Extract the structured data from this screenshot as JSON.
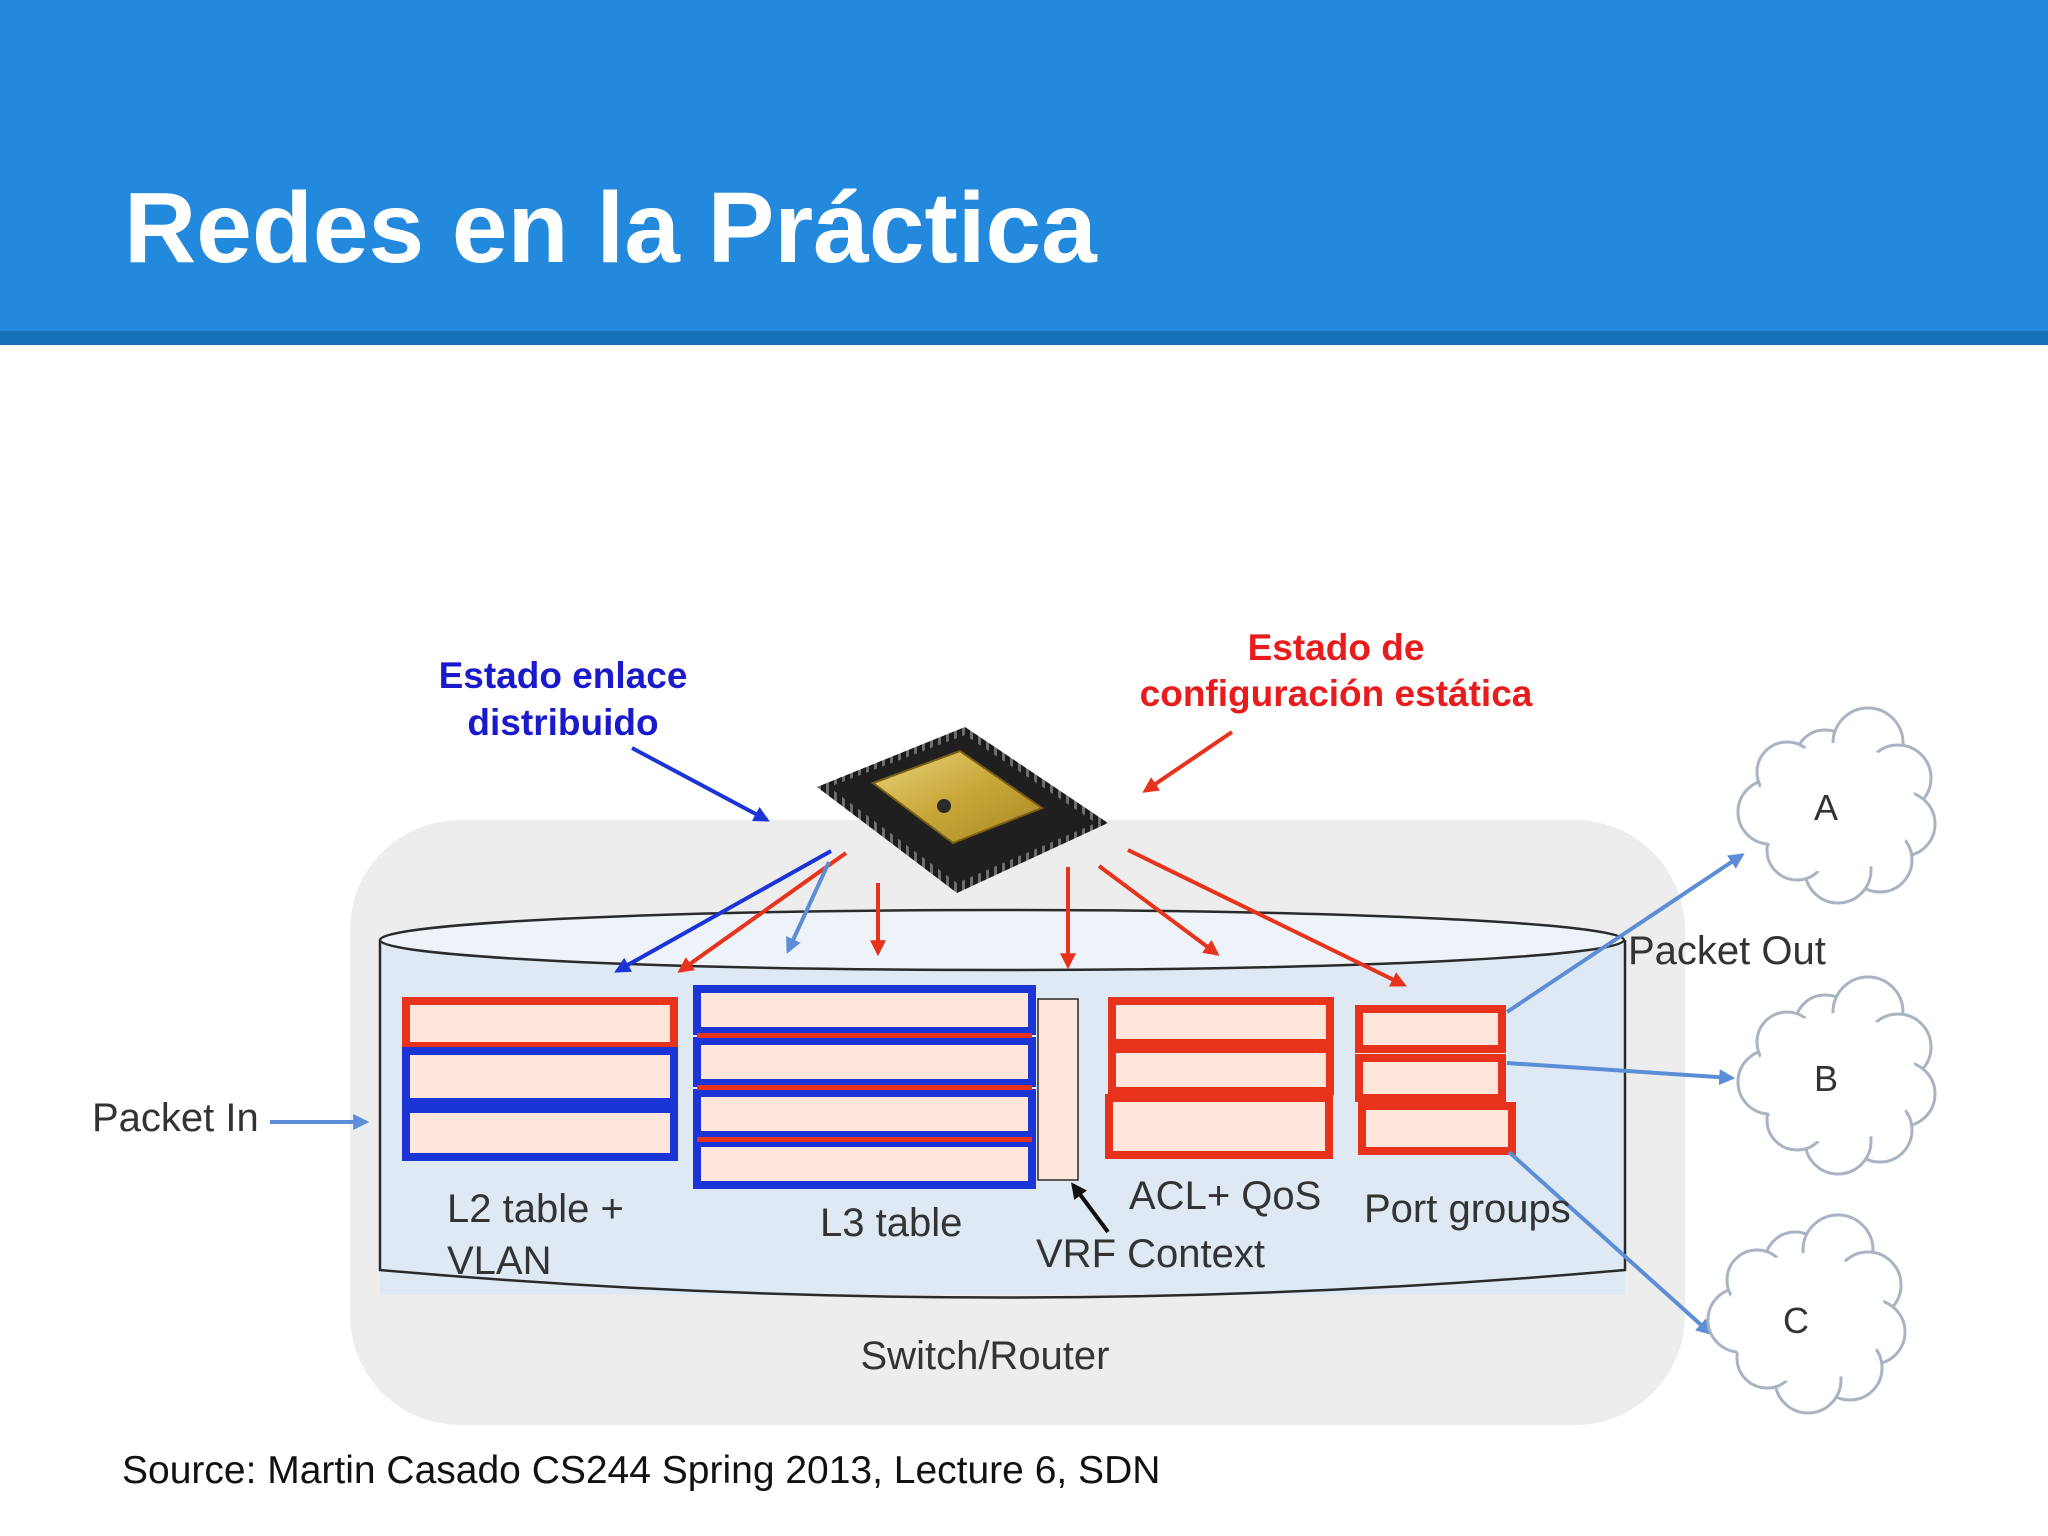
{
  "slide": {
    "title": "Redes en la Práctica",
    "source": "Source: Martin Casado CS244 Spring 2013, Lecture 6, SDN"
  },
  "diagram": {
    "annotation_blue": [
      "Estado enlace",
      "distribuido"
    ],
    "annotation_red": [
      "Estado de",
      "configuración estática"
    ],
    "packet_in": "Packet In",
    "packet_out": "Packet Out",
    "l2_table": [
      "L2 table +",
      "VLAN"
    ],
    "l3_table": "L3 table",
    "vrf_context": "VRF Context",
    "acl_qos": "ACL+ QoS",
    "port_groups": "Port groups",
    "switch_router": "Switch/Router",
    "clouds": [
      "A",
      "B",
      "C"
    ],
    "colors": {
      "blue": "#1a34d6",
      "red": "#e8331c",
      "arrow_light_blue": "#5b8ed6",
      "title_bar": "#2389dc"
    }
  }
}
